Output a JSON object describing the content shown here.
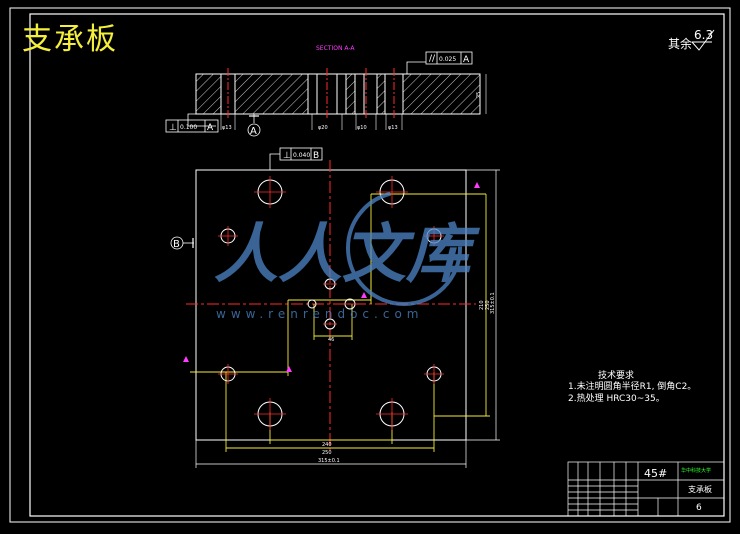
{
  "title": "支承板",
  "section_label": "SECTION A-A",
  "roughness": {
    "prefix": "其余",
    "value": "6.3"
  },
  "tolerances": {
    "parallel": {
      "value": "0.025",
      "datum": "A"
    },
    "perp_top": {
      "value": "0.100",
      "datum": "A"
    },
    "perp_front": {
      "value": "0.040",
      "datum": "B"
    }
  },
  "datums": {
    "a": "A",
    "b": "B"
  },
  "section_dims": [
    "φ13",
    "φ20",
    "φ10",
    "φ13"
  ],
  "section_right_dim": "25",
  "plan_dims": {
    "inner_h": "240",
    "outer_h": "250",
    "overall_h": "315±0.1",
    "right_inner": "210",
    "right_mid": "250",
    "right_outer": "315±0.1",
    "center_small": "46"
  },
  "tech_req": {
    "heading": "技术要求",
    "line1": "1.未注明圆角半径R1, 倒角C2。",
    "line2": "2.热处理 HRC30~35。"
  },
  "watermark": {
    "cn": "人人文库",
    "en": "www.renrendoc.com"
  },
  "title_block": {
    "material": "45#",
    "school": "华中科技大学",
    "part_name": "支承板",
    "sheet_no": "6"
  },
  "colors": {
    "line": "#ffffff",
    "center": "#ff2a2a",
    "dimension": "#f2ec3a",
    "magenta": "#ff3cff",
    "green": "#31ff31",
    "watermark": "#4d86c7"
  }
}
